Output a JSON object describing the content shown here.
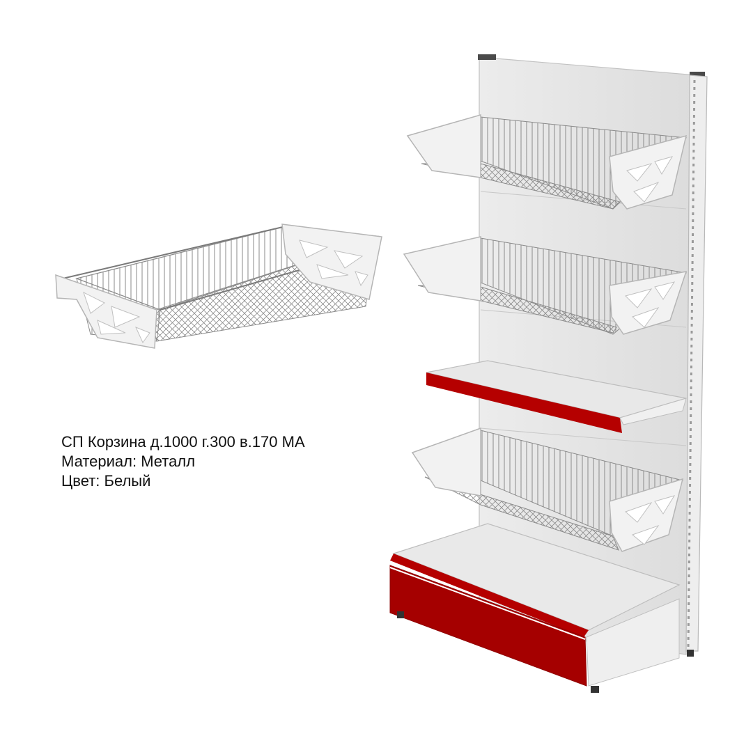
{
  "product": {
    "name": "СП Корзина д.1000 г.300 в.170 МА",
    "material": "Материал: Металл",
    "color": "Цвет: Белый"
  },
  "colors": {
    "background": "#ffffff",
    "metal": "#e6e6e6",
    "metal_shadow": "#c8c8c8",
    "wire": "#8a8a8a",
    "accent_red": "#b50000"
  },
  "icons": {
    "basket": "wire-basket",
    "rack": "shelving-unit"
  }
}
